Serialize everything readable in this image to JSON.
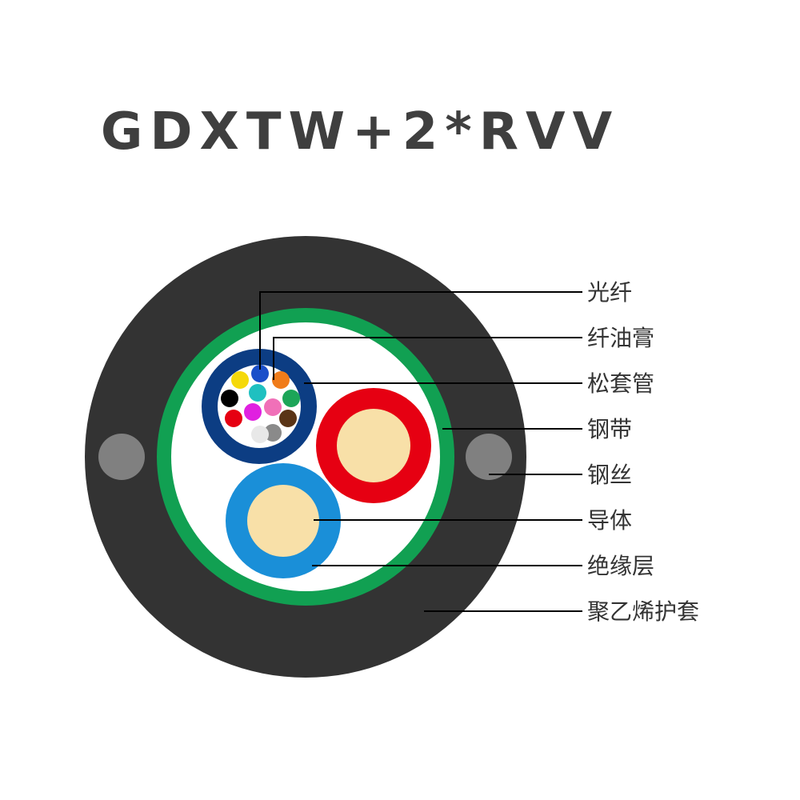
{
  "title": "GDXTW+2*RVV",
  "colors": {
    "jacket": "#333333",
    "steel_wire": "#808080",
    "steel_tape": "#11a052",
    "filler": "#ffffff",
    "loose_tube": "#0c3d83",
    "fiber_gel": "#ffffff",
    "conductor": "#f8e0a8",
    "insulation_red": "#e60012",
    "insulation_blue": "#1a8fd8",
    "fiber_colors": [
      "#1a4fc9",
      "#f07c1a",
      "#1ca558",
      "#5a3416",
      "#8a8a8a",
      "#ffffff",
      "#e8e8e8",
      "#e60012",
      "#000000",
      "#f5d90a",
      "#1fc0c0",
      "#e020e0",
      "#f070b8"
    ]
  },
  "labels": [
    {
      "text": "光纤"
    },
    {
      "text": "纤油膏"
    },
    {
      "text": "松套管"
    },
    {
      "text": "钢带"
    },
    {
      "text": "钢丝"
    },
    {
      "text": "导体"
    },
    {
      "text": "绝缘层"
    },
    {
      "text": "聚乙烯护套"
    }
  ]
}
